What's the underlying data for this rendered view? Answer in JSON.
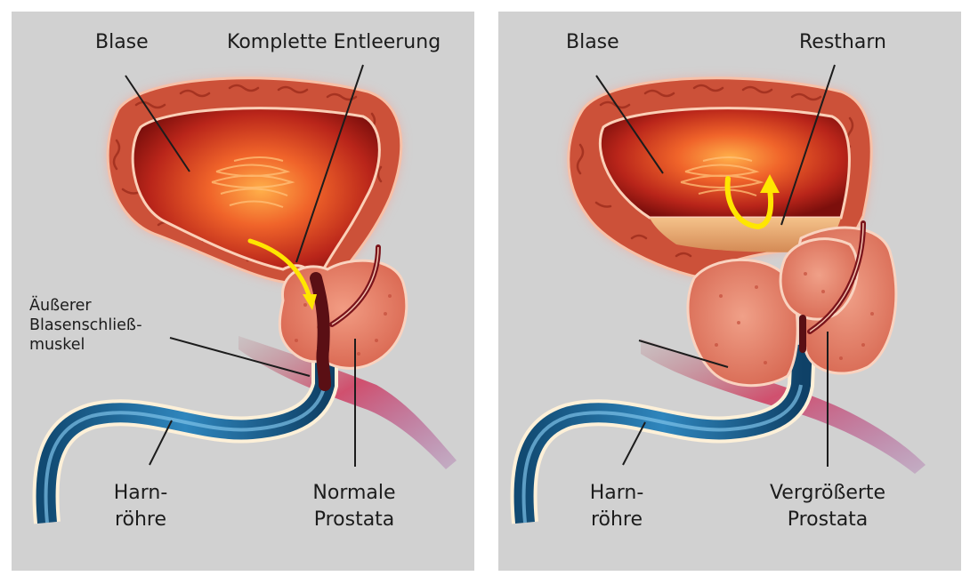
{
  "left_panel": {
    "labels": {
      "bladder": "Blase",
      "complete_emptying": "Komplette Entleerung",
      "sphincter_line1": "Äußerer",
      "sphincter_line2": "Blasenschließ-",
      "sphincter_line3": "muskel",
      "urethra_line1": "Harn-",
      "urethra_line2": "röhre",
      "prostate_line1": "Normale",
      "prostate_line2": "Prostata"
    }
  },
  "right_panel": {
    "labels": {
      "bladder": "Blase",
      "residual_urine": "Restharn",
      "urethra_line1": "Harn-",
      "urethra_line2": "röhre",
      "prostate_line1": "Vergrößerte",
      "prostate_line2": "Prostata"
    }
  },
  "colors": {
    "background": "#d1d1d1",
    "bladder_wall": "#c9503a",
    "bladder_inner": "#a01a10",
    "prostate": "#e6836f",
    "urethra": "#1f5f8f",
    "arrow": "#ffe600",
    "residual_urine": "#e9b274"
  }
}
